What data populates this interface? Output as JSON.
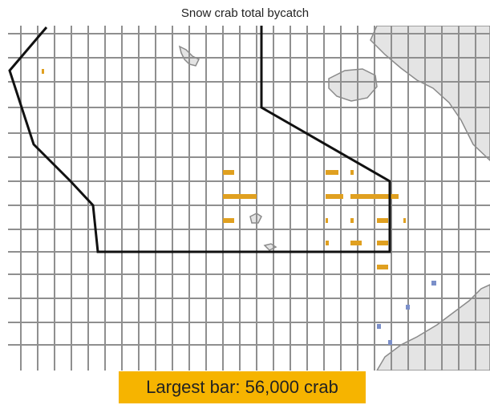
{
  "title": "Snow crab total bycatch",
  "callout": "Largest bar: 56,000 crab",
  "colors": {
    "bar": "#e0a020",
    "bar_secondary": "#7b8fc9",
    "grid": "#8f8f8f",
    "land": "#e4e4e4",
    "boundary": "#111111",
    "callout_bg": "#f6b400"
  },
  "legend_scale": {
    "largest_bar_crab": 56000
  }
}
